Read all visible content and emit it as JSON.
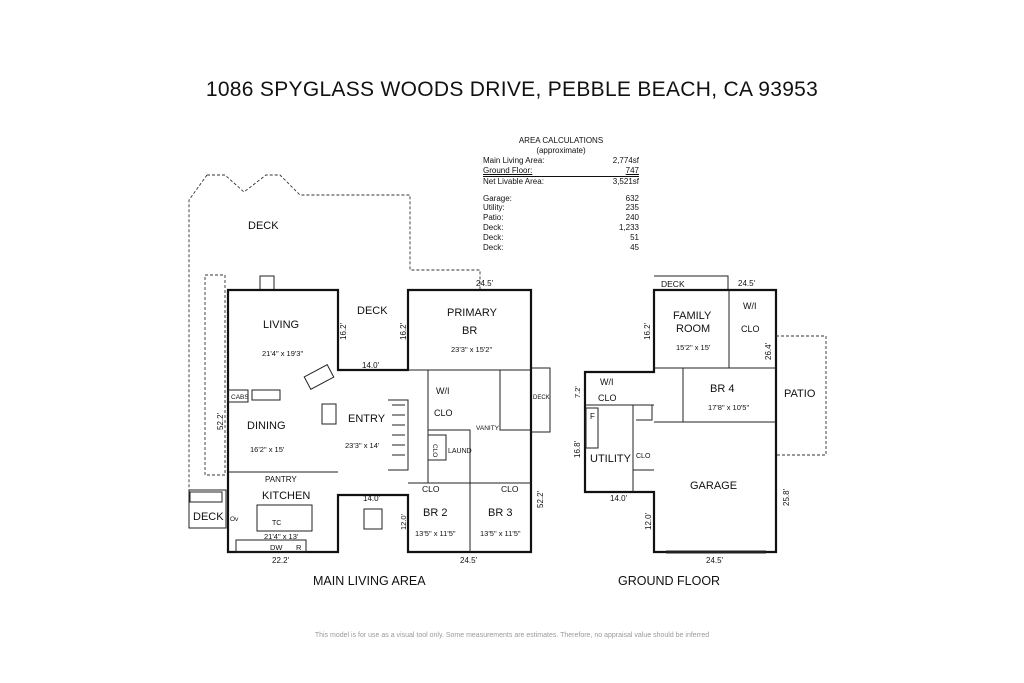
{
  "title": "1086 SPYGLASS WOODS DRIVE, PEBBLE BEACH, CA  93953",
  "area": {
    "heading": "AREA CALCULATIONS",
    "subheading": "(approximate)",
    "rows": [
      {
        "label": "Main Living Area:",
        "value": "2,774sf"
      },
      {
        "label": "Ground Floor:",
        "value": "747"
      },
      {
        "label": "Net Livable Area:",
        "value": "3,521sf"
      },
      {
        "label": "Garage:",
        "value": "632"
      },
      {
        "label": "Utility:",
        "value": "235"
      },
      {
        "label": "Patio:",
        "value": "240"
      },
      {
        "label": "Deck:",
        "value": "1,233"
      },
      {
        "label": "Deck:",
        "value": "51"
      },
      {
        "label": "Deck:",
        "value": "45"
      }
    ]
  },
  "main": {
    "caption": "MAIN LIVING AREA",
    "deck_top": "DECK",
    "deck_mid": "DECK",
    "deck_small": "DECK",
    "deck_bottom": "DECK",
    "living": {
      "name": "LIVING",
      "size": "21'4\" x 19'3\""
    },
    "cabs": "CABS",
    "dining": {
      "name": "DINING",
      "size": "16'2\" x 15'"
    },
    "entry": {
      "name": "ENTRY",
      "size": "23'3\" x 14'"
    },
    "pantry": "PANTRY",
    "kitchen": {
      "name": "KITCHEN",
      "size": "21'4\" x  13'"
    },
    "tc": "TC",
    "ov": "Ov",
    "dw": "DW",
    "r": "R",
    "primary": {
      "line1": "PRIMARY",
      "line2": "BR",
      "size": "23'3\" x 15'2\""
    },
    "wi": "W/I",
    "clo": "CLO",
    "clo_small": "CLO",
    "vanity": "VANITY",
    "laund": "LAUND",
    "br2": {
      "name": "BR 2",
      "size": "13'5\" x 11'5\"",
      "clo": "CLO"
    },
    "br3": {
      "name": "BR 3",
      "size": "13'5\" x 11'5\"",
      "clo": "CLO"
    },
    "dims": {
      "top": "24.5'",
      "left": "52.2'",
      "right": "52.2'",
      "bottom_left": "22.2'",
      "bottom_right": "24.5'",
      "deck_notch": "14.0'",
      "deck_left": "16.2'",
      "deck_right": "16.2'",
      "entry_notch": "14.0'",
      "notch_side": "12.0'"
    }
  },
  "ground": {
    "caption": "GROUND FLOOR",
    "deck": "DECK",
    "family": {
      "line1": "FAMILY",
      "line2": "ROOM",
      "size": "15'2\" x 15'"
    },
    "wi": "W/I",
    "clo": "CLO",
    "br4": {
      "name": "BR 4",
      "size": "17'8\" x 10'5\""
    },
    "patio": "PATIO",
    "wi2": "W/I",
    "clo2": "CLO",
    "utility": "UTILITY",
    "uclo": "CLO",
    "f": "F",
    "garage": "GARAGE",
    "dims": {
      "top": "24.5'",
      "left_top": "16.2'",
      "wi_side": "7.2'",
      "util_side": "16.8'",
      "util_bottom": "14.0'",
      "garage_left": "12.0'",
      "garage_right": "25.8'",
      "garage_bottom": "24.5'",
      "patio_side": "26.4'"
    }
  },
  "disclaimer": "This model is for use as a visual tool only. Some measurements are estimates. Therefore, no appraisal value should be inferred"
}
